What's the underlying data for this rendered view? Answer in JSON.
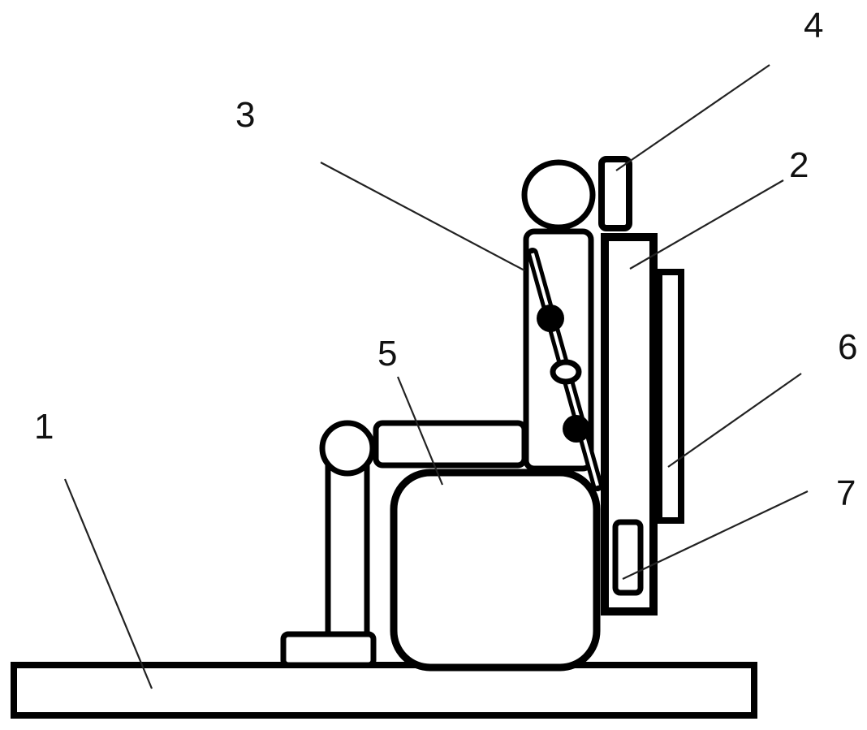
{
  "figure": {
    "labels": {
      "base": "1",
      "seat_back": "2",
      "seat_belt": "3",
      "headrest": "4",
      "seat_cushion": "5",
      "back_panel": "6",
      "buckle_unit": "7"
    },
    "colors": {
      "stroke": "#000000",
      "background": "#ffffff"
    }
  }
}
